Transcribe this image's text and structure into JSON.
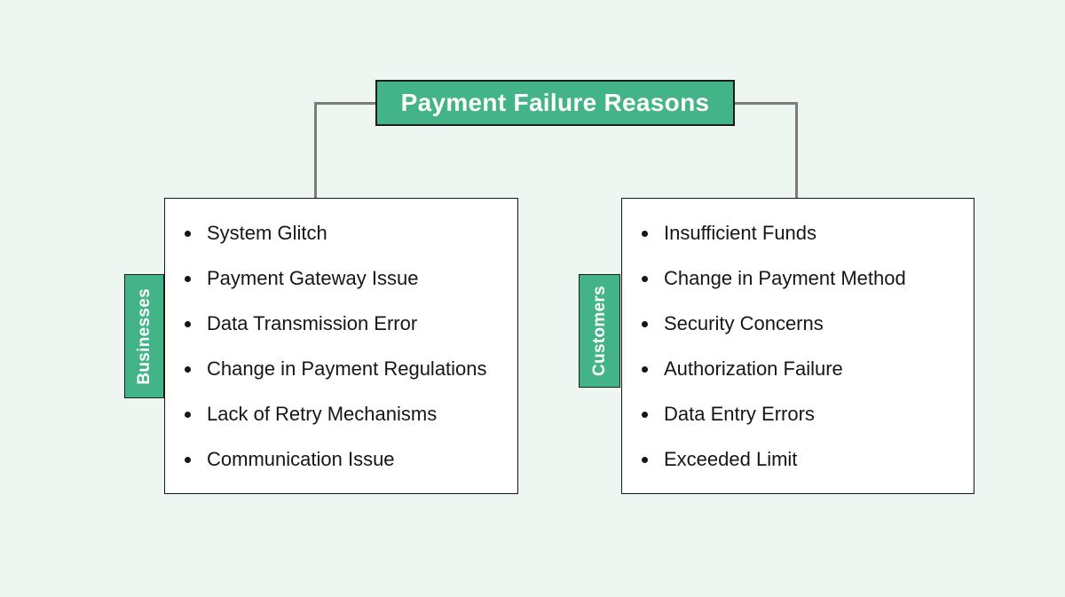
{
  "title": "Payment Failure Reasons",
  "colors": {
    "background": "#edf6f1",
    "accent_green": "#42b487",
    "border_dark": "#1c1c1c",
    "connector_gray": "#7c7c7c",
    "text_dark": "#161616",
    "white": "#ffffff"
  },
  "branches": [
    {
      "label": "Businesses",
      "items": [
        "System Glitch",
        "Payment Gateway Issue",
        "Data Transmission Error",
        "Change in Payment Regulations",
        "Lack of Retry Mechanisms",
        "Communication Issue"
      ]
    },
    {
      "label": "Customers",
      "items": [
        "Insufficient Funds",
        "Change in Payment Method",
        "Security Concerns",
        "Authorization Failure",
        "Data Entry Errors",
        "Exceeded Limit"
      ]
    }
  ]
}
